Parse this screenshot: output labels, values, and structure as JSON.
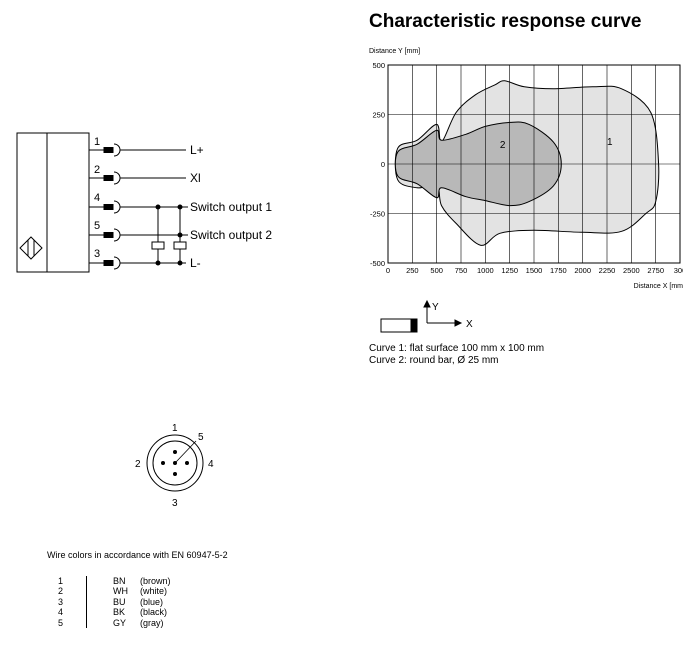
{
  "wiring": {
    "pins": [
      "1",
      "2",
      "4",
      "5",
      "3"
    ],
    "signals": [
      "L+",
      "Xl",
      "Switch output 1",
      "Switch output 2",
      "L-"
    ]
  },
  "connector": {
    "pin_top": "1",
    "pin_left": "2",
    "pin_right": "4",
    "pin_bottom": "3",
    "pin_center": "5"
  },
  "wire_colors": {
    "caption": "Wire colors in accordance with EN 60947-5-2",
    "rows": [
      {
        "pin": "1",
        "code": "BN",
        "name": "(brown)"
      },
      {
        "pin": "2",
        "code": "WH",
        "name": "(white)"
      },
      {
        "pin": "3",
        "code": "BU",
        "name": "(blue)"
      },
      {
        "pin": "4",
        "code": "BK",
        "name": "(black)"
      },
      {
        "pin": "5",
        "code": "GY",
        "name": "(gray)"
      }
    ]
  },
  "chart_title": "Characteristic response curve",
  "chart_data": {
    "type": "area",
    "title": "Characteristic response curve",
    "xlabel": "Distance X [mm",
    "ylabel": "Distance Y [mm]",
    "xlim": [
      0,
      3000
    ],
    "ylim": [
      -500,
      500
    ],
    "xticks": [
      "0",
      "250",
      "500",
      "750",
      "1000",
      "1250",
      "1500",
      "1750",
      "2000",
      "2250",
      "2500",
      "2750",
      "300"
    ],
    "yticks": [
      "500",
      "250",
      "0",
      "-250",
      "-500"
    ],
    "grid": true,
    "series": [
      {
        "name": "1",
        "x": [
          100,
          300,
          500,
          550,
          700,
          900,
          1100,
          1200,
          1400,
          1700,
          2100,
          2400,
          2700,
          2780,
          2750,
          2650,
          2400,
          2000,
          1500,
          1150,
          950,
          700,
          550,
          500,
          300,
          100
        ],
        "y": [
          80,
          120,
          200,
          110,
          260,
          350,
          400,
          420,
          390,
          380,
          390,
          380,
          260,
          0,
          -190,
          -250,
          -340,
          -345,
          -335,
          -350,
          -410,
          -300,
          -210,
          -110,
          -120,
          -80
        ]
      },
      {
        "name": "2",
        "x": [
          100,
          300,
          500,
          550,
          800,
          1000,
          1250,
          1450,
          1700,
          1780,
          1700,
          1450,
          1250,
          1000,
          800,
          550,
          500,
          300,
          100
        ],
        "y": [
          60,
          100,
          170,
          120,
          150,
          190,
          210,
          200,
          110,
          0,
          -110,
          -190,
          -210,
          -185,
          -165,
          -120,
          -170,
          -100,
          -60
        ]
      }
    ],
    "curve_labels": [
      {
        "text": "1",
        "x": 2250,
        "y": 95
      },
      {
        "text": "2",
        "x": 1150,
        "y": 80
      }
    ]
  },
  "legend": {
    "axis_y": "Y",
    "axis_x": "X",
    "curve1": "Curve 1: flat surface 100 mm x 100 mm",
    "curve2": "Curve 2: round bar, Ø 25 mm"
  }
}
